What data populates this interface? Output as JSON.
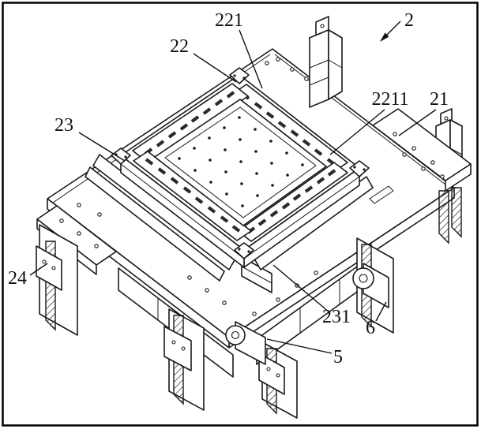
{
  "figure": {
    "type": "patent-technical-drawing",
    "description": "isometric line drawing of a fixture platform assembly",
    "colors": {
      "background": "#ffffff",
      "line": "#1a1a1a",
      "slot": "#2a2a2a",
      "label": "#111111"
    },
    "labels": [
      {
        "id": "2",
        "text": "2"
      },
      {
        "id": "221",
        "text": "221"
      },
      {
        "id": "22",
        "text": "22"
      },
      {
        "id": "2211",
        "text": "2211"
      },
      {
        "id": "21",
        "text": "21"
      },
      {
        "id": "23",
        "text": "23"
      },
      {
        "id": "24",
        "text": "24"
      },
      {
        "id": "231",
        "text": "231"
      },
      {
        "id": "5",
        "text": "5"
      },
      {
        "id": "6",
        "text": "6"
      }
    ]
  }
}
